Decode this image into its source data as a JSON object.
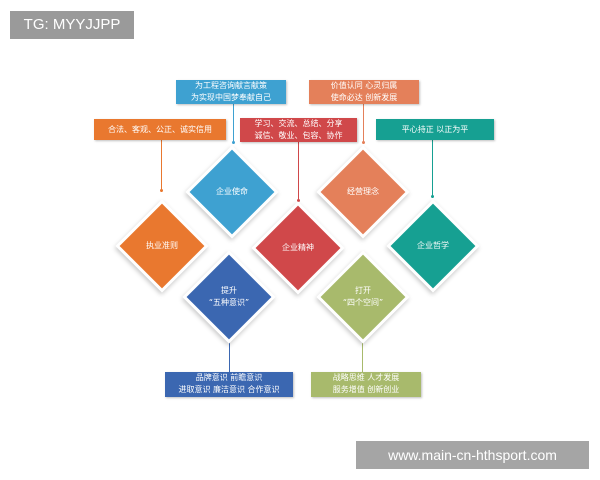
{
  "watermark": {
    "text": "TG: MYYJJPP"
  },
  "url_banner": {
    "text": "www.main-cn-hthsport.com"
  },
  "colors": {
    "orange": "#e9782f",
    "blue": "#3ea1d1",
    "red": "#d0484a",
    "salmon": "#e4805a",
    "teal": "#16a092",
    "indigo": "#3b67b1",
    "olive": "#a8ba6c"
  },
  "diagram": {
    "diamonds": [
      {
        "id": "practice-standard",
        "lines": [
          "执业准则"
        ],
        "color": "#e9782f"
      },
      {
        "id": "enterprise-mission",
        "lines": [
          "企业使命"
        ],
        "color": "#3ea1d1"
      },
      {
        "id": "enterprise-spirit",
        "lines": [
          "企业精神"
        ],
        "color": "#d0484a"
      },
      {
        "id": "business-philosophy",
        "lines": [
          "经营理念"
        ],
        "color": "#e4805a"
      },
      {
        "id": "enterprise-philosophy",
        "lines": [
          "企业哲学"
        ],
        "color": "#16a092"
      },
      {
        "id": "five-awareness",
        "lines": [
          "提升",
          "“五种意识”"
        ],
        "color": "#3b67b1"
      },
      {
        "id": "four-spaces",
        "lines": [
          "打开",
          "“四个空间”"
        ],
        "color": "#a8ba6c"
      }
    ],
    "labels": [
      {
        "id": "mission",
        "lines": [
          "为工程咨询献言献策",
          "为实现中国梦奉献自己"
        ],
        "color": "#3ea1d1"
      },
      {
        "id": "values",
        "lines": [
          "价值认同  心灵归属",
          "使命必达  创新发展"
        ],
        "color": "#e4805a"
      },
      {
        "id": "standard",
        "lines": [
          "合法、客观、公正、诚实信用"
        ],
        "color": "#e9782f"
      },
      {
        "id": "spirit",
        "lines": [
          "学习、交流、总结、分享",
          "诚信、敬业、包容、协作"
        ],
        "color": "#d0484a"
      },
      {
        "id": "philosophy",
        "lines": [
          "平心持正  以正为平"
        ],
        "color": "#16a092"
      },
      {
        "id": "awareness",
        "lines": [
          "品牌意识  前瞻意识",
          "进取意识  廉洁意识  合作意识"
        ],
        "color": "#3b67b1"
      },
      {
        "id": "spaces",
        "lines": [
          "战略思维  人才发展",
          "服务增值  创新创业"
        ],
        "color": "#a8ba6c"
      }
    ]
  }
}
